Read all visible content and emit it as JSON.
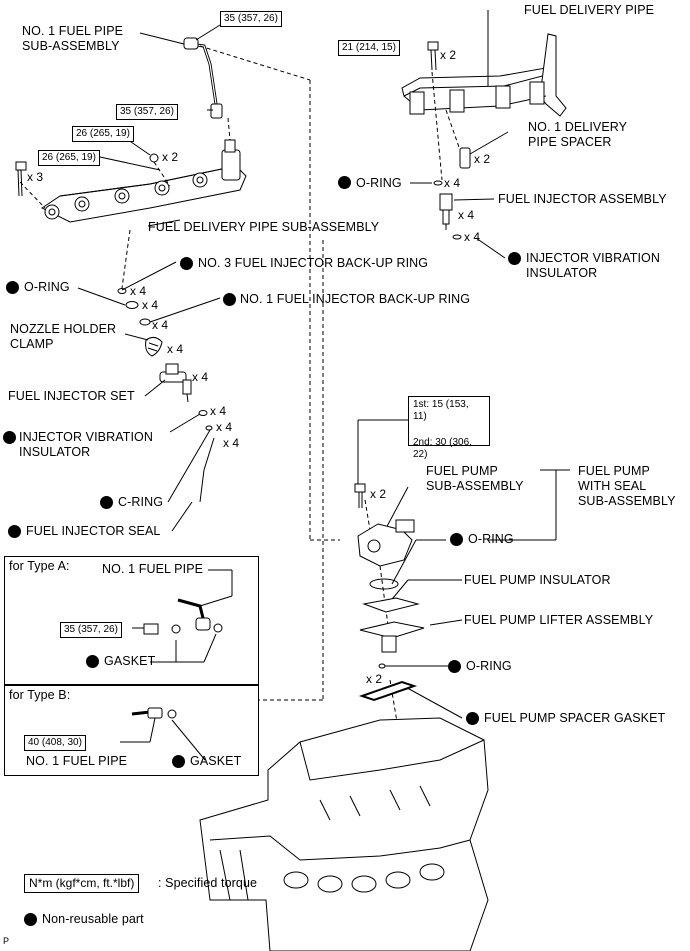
{
  "labels": {
    "no1_fuel_pipe_sub": [
      "NO. 1 FUEL PIPE",
      "SUB-ASSEMBLY"
    ],
    "fuel_delivery_pipe": "FUEL DELIVERY PIPE",
    "no1_delivery_pipe_spacer": [
      "NO. 1 DELIVERY",
      "PIPE SPACER"
    ],
    "oring": "O-RING",
    "fuel_injector_assembly": "FUEL INJECTOR ASSEMBLY",
    "injector_vibration_insulator": [
      "INJECTOR VIBRATION",
      "INSULATOR"
    ],
    "fuel_delivery_pipe_sub": "FUEL DELIVERY PIPE SUB-ASSEMBLY",
    "no3_backup_ring": "NO. 3 FUEL INJECTOR BACK-UP RING",
    "no1_backup_ring": "NO. 1 FUEL INJECTOR BACK-UP RING",
    "nozzle_holder_clamp": [
      "NOZZLE HOLDER",
      "CLAMP"
    ],
    "fuel_injector_set": "FUEL INJECTOR SET",
    "c_ring": "C-RING",
    "fuel_injector_seal": "FUEL INJECTOR SEAL",
    "fuel_pump_sub": [
      "FUEL PUMP",
      "SUB-ASSEMBLY"
    ],
    "fuel_pump_with_seal": [
      "FUEL PUMP",
      "WITH SEAL",
      "SUB-ASSEMBLY"
    ],
    "fuel_pump_insulator": "FUEL PUMP INSULATOR",
    "fuel_pump_lifter": "FUEL PUMP LIFTER ASSEMBLY",
    "fuel_pump_spacer_gasket": "FUEL PUMP SPACER GASKET",
    "type_a": "for Type A:",
    "type_b": "for Type B:",
    "no1_fuel_pipe": "NO. 1 FUEL PIPE",
    "gasket": "GASKET"
  },
  "counts": {
    "x2": "x 2",
    "x3": "x 3",
    "x4": "x 4"
  },
  "torques": {
    "t35": "35 (357, 26)",
    "t21": "21 (214, 15)",
    "t26": "26 (265, 19)",
    "t40": "40 (408, 30)",
    "pump_1st": "1st: 15 (153, 11)",
    "pump_2nd": "2nd: 30 (306, 22)"
  },
  "legend": {
    "torque_box": "N*m (kgf*cm, ft.*lbf)",
    "torque_desc": ": Specified torque",
    "nonreusable": "Non-reusable part"
  },
  "corner_mark": "P"
}
